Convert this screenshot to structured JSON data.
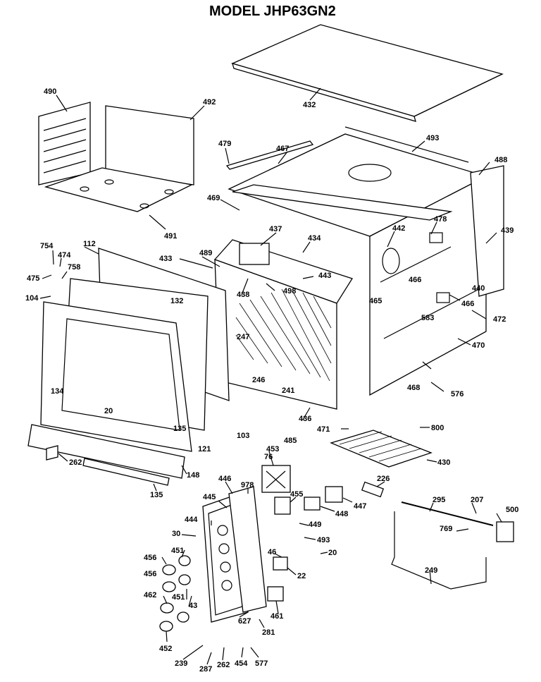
{
  "title": "MODEL JHP63GN2",
  "labels": {
    "l490": "490",
    "l492": "492",
    "l491": "491",
    "l432": "432",
    "l493": "493",
    "l488": "488",
    "l479": "479",
    "l467": "467",
    "l469": "469",
    "l437": "437",
    "l434": "434",
    "l442": "442",
    "l478": "478",
    "l439": "439",
    "l433": "433",
    "l489": "489",
    "l443": "443",
    "l438": "438",
    "l498": "498",
    "l466a": "466",
    "l465": "465",
    "l440": "440",
    "l466b": "466",
    "l472": "472",
    "l583": "583",
    "l470": "470",
    "l754": "754",
    "l474": "474",
    "l475": "475",
    "l758": "758",
    "l112": "112",
    "l104": "104",
    "l132": "132",
    "l247": "247",
    "l246": "246",
    "l241": "241",
    "l468": "468",
    "l576": "576",
    "l134": "134",
    "l20a": "20",
    "l135a": "135",
    "l121": "121",
    "l103": "103",
    "l485": "485",
    "l436": "436",
    "l471": "471",
    "l800": "800",
    "l453": "453",
    "l430": "430",
    "l262a": "262",
    "l148": "148",
    "l135b": "135",
    "l76": "76",
    "l446": "446",
    "l978": "978",
    "l455": "455",
    "l226": "226",
    "l447": "447",
    "l448": "448",
    "l295": "295",
    "l207": "207",
    "l500": "500",
    "l445": "445",
    "l444": "444",
    "l449": "449",
    "l769": "769",
    "l30": "30",
    "l493b": "493",
    "l451a": "451",
    "l46": "46",
    "l20b": "20",
    "l456a": "456",
    "l22": "22",
    "l456b": "456",
    "l451b": "451",
    "l249": "249",
    "l462a": "462",
    "l43": "43",
    "l461": "461",
    "l627": "627",
    "l281": "281",
    "l452": "452",
    "l239": "239",
    "l287": "287",
    "l262b": "262",
    "l454": "454",
    "l577": "577"
  }
}
